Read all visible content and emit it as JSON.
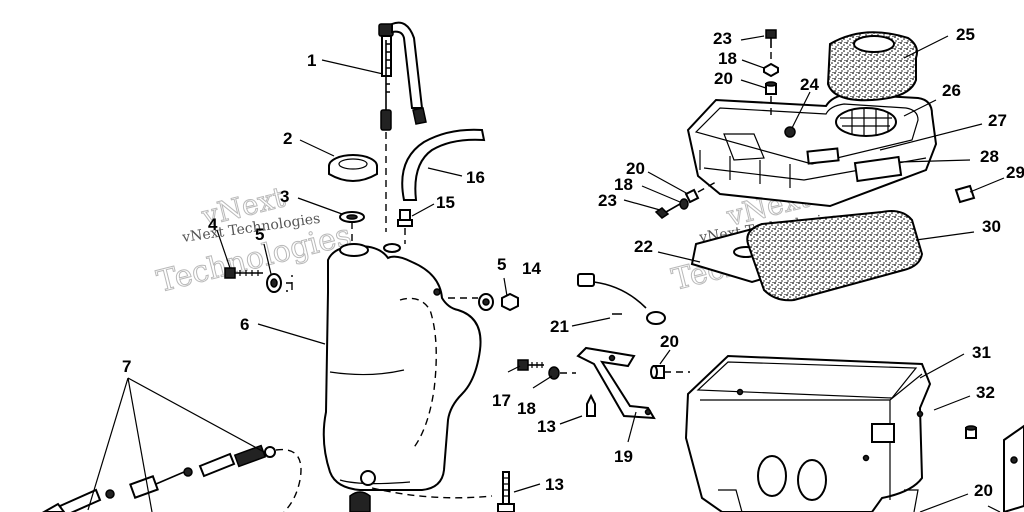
{
  "diagram": {
    "callouts": [
      {
        "id": "c1",
        "label": "1"
      },
      {
        "id": "c2",
        "label": "2"
      },
      {
        "id": "c3",
        "label": "3"
      },
      {
        "id": "c4",
        "label": "4"
      },
      {
        "id": "c5a",
        "label": "5"
      },
      {
        "id": "c5b",
        "label": "5"
      },
      {
        "id": "c6",
        "label": "6"
      },
      {
        "id": "c7",
        "label": "7"
      },
      {
        "id": "c13a",
        "label": "13"
      },
      {
        "id": "c13b",
        "label": "13"
      },
      {
        "id": "c14",
        "label": "14"
      },
      {
        "id": "c15",
        "label": "15"
      },
      {
        "id": "c16",
        "label": "16"
      },
      {
        "id": "c17",
        "label": "17"
      },
      {
        "id": "c18a",
        "label": "18"
      },
      {
        "id": "c18b",
        "label": "18"
      },
      {
        "id": "c18c",
        "label": "18"
      },
      {
        "id": "c19",
        "label": "19"
      },
      {
        "id": "c20a",
        "label": "20"
      },
      {
        "id": "c20b",
        "label": "20"
      },
      {
        "id": "c20c",
        "label": "20"
      },
      {
        "id": "c20d",
        "label": "20"
      },
      {
        "id": "c21",
        "label": "21"
      },
      {
        "id": "c22",
        "label": "22"
      },
      {
        "id": "c23a",
        "label": "23"
      },
      {
        "id": "c23b",
        "label": "23"
      },
      {
        "id": "c24",
        "label": "24"
      },
      {
        "id": "c25",
        "label": "25"
      },
      {
        "id": "c26",
        "label": "26"
      },
      {
        "id": "c27",
        "label": "27"
      },
      {
        "id": "c28",
        "label": "28"
      },
      {
        "id": "c29",
        "label": "29"
      },
      {
        "id": "c30",
        "label": "30"
      },
      {
        "id": "c31",
        "label": "31"
      },
      {
        "id": "c32",
        "label": "32"
      }
    ],
    "watermark_line_1": "vNext Technologies",
    "watermark_line_2": "vNext",
    "watermark_line_3": "Technologies"
  }
}
